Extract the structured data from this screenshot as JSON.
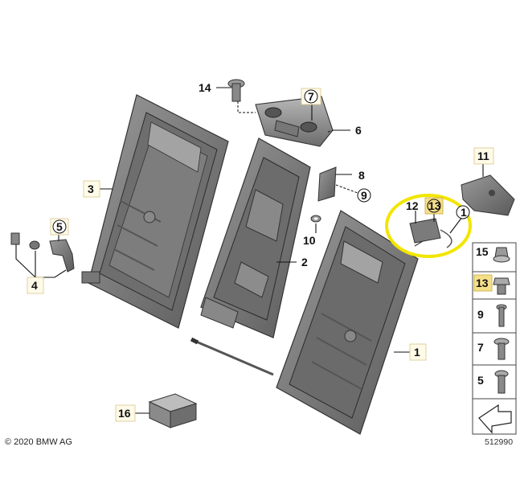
{
  "copyright": "© 2020 BMW AG",
  "diagram_number": "512990",
  "highlight_color": "#f2e600",
  "callouts": {
    "c1": "1",
    "c2": "2",
    "c3": "3",
    "c4": "4",
    "c5": "5",
    "c6": "6",
    "c7": "7",
    "c8": "8",
    "c9": "9",
    "c10": "10",
    "c11": "11",
    "c12": "12",
    "c13": "13",
    "c14": "14",
    "c16": "16",
    "c17": "1"
  },
  "legend": [
    {
      "label": "15",
      "icon": "clip-icon"
    },
    {
      "label": "13",
      "icon": "hex-nut-icon",
      "highlighted": true
    },
    {
      "label": "9",
      "icon": "bolt-icon"
    },
    {
      "label": "7",
      "icon": "torx-screw-icon"
    },
    {
      "label": "5",
      "icon": "hex-socket-screw-icon"
    },
    {
      "label": "",
      "icon": "arrow-forward-icon"
    }
  ]
}
